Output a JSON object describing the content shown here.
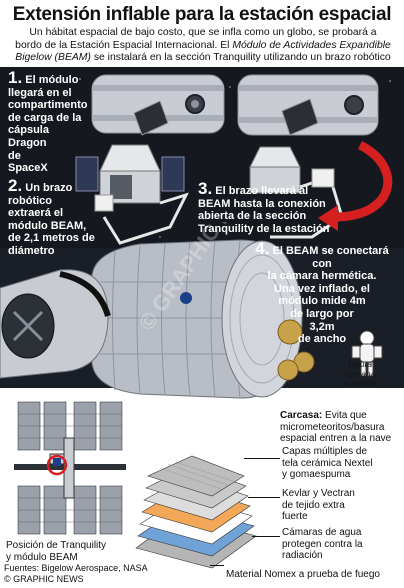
{
  "title": "Extensión inflable para la estación espacial",
  "intro": {
    "line1": "Un hábitat espacial de bajo costo, que se infla como un globo, se probará a",
    "line2": "bordo de la Estación Espacial Internacional. El ",
    "line2_italic": "Módulo de Actividades Expandible",
    "line3_italic": "Bigelow (BEAM)",
    "line3": " se instalará en la sección Tranquility utilizando un brazo robótico"
  },
  "steps": [
    {
      "number": "1.",
      "lines": [
        "El módulo",
        "llegará en el",
        "compartimento",
        "de carga de la",
        "cápsula",
        "Dragon",
        "de",
        "SpaceX"
      ]
    },
    {
      "number": "2.",
      "lines": [
        "Un brazo",
        "robótico",
        "extraerá el",
        "módulo BEAM,",
        "de 2,1 metros",
        "de",
        "diámetro"
      ]
    },
    {
      "number": "3.",
      "lines": [
        "El brazo llevará al",
        "BEAM hasta la conexión",
        "abierta de la sección",
        "Tranquility de la estación"
      ]
    },
    {
      "number": "4.",
      "lines": [
        "El BEAM se conectará con",
        "la cámara hermética.",
        "Una vez inflado, el",
        "módulo mide 4m",
        "de  largo por",
        "3,2m",
        "de ancho"
      ]
    }
  ],
  "figure_label": [
    "Figura",
    "humana",
    "a escala"
  ],
  "carcasa": {
    "title": "Carcasa:",
    "text": [
      "Evita que",
      "micrometeoritos/basura",
      "espacial entren a la nave"
    ]
  },
  "layers": [
    {
      "lines": [
        "Capas múltiples de",
        "tela cerámica Nextel",
        "y gomaespuma"
      ]
    },
    {
      "lines": [
        "Kevlar y Vectran",
        "de tejido extra",
        "fuerte"
      ]
    },
    {
      "lines": [
        "Cámaras de agua",
        "protegen contra la",
        "radiación"
      ]
    },
    {
      "lines": [
        "Material Nomex a prueba de fuego"
      ]
    }
  ],
  "station_label": [
    "Posición de Tranquility",
    "y módulo BEAM"
  ],
  "sources": [
    "Fuentes: Bigelow Aerospace, NASA",
    "© GRAPHIC NEWS"
  ],
  "watermark": "© GRAPHIC NEWS",
  "colors": {
    "panel_dark": "#15191f",
    "accent_red": "#d62020",
    "layer_orange": "#e8944a",
    "layer_blue": "#5b8fc9"
  }
}
